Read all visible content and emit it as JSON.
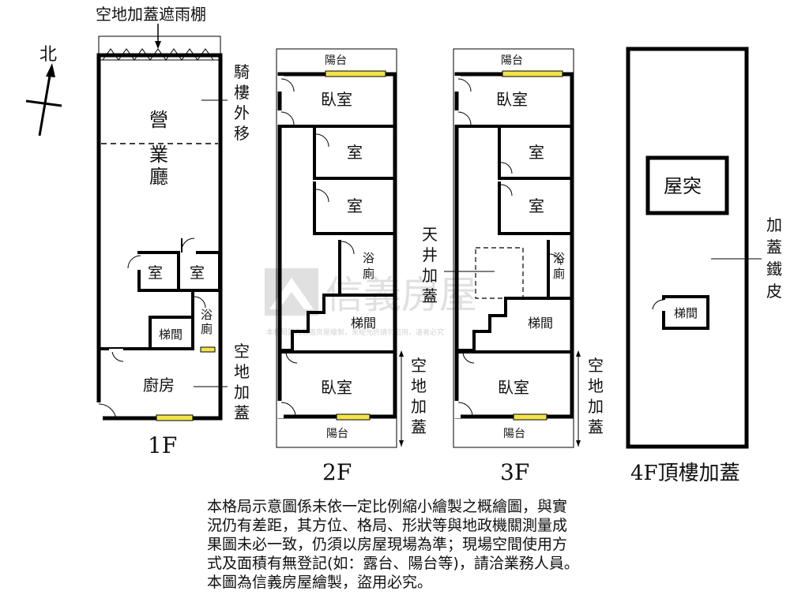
{
  "compass": {
    "north": "北"
  },
  "floor1": {
    "label": "1F",
    "canopy_label": "空地加蓋遮雨棚",
    "arcade_label": [
      "騎",
      "樓",
      "外",
      "移"
    ],
    "hall_label": [
      "營",
      "業",
      "廳"
    ],
    "room_a": "室",
    "room_b": "室",
    "bath": [
      "浴",
      "廁"
    ],
    "stair": "梯間",
    "kitchen": "廚房",
    "annex_label": [
      "空",
      "地",
      "加",
      "蓋"
    ]
  },
  "floor2": {
    "label": "2F",
    "balcony_top": "陽台",
    "bedroom_top": "臥室",
    "room_1": "室",
    "room_2": "室",
    "bath": [
      "浴",
      "廁"
    ],
    "stair": "梯間",
    "bedroom_bottom": "臥室",
    "balcony_bottom": "陽台",
    "annex_label": [
      "空",
      "地",
      "加",
      "蓋"
    ]
  },
  "atrium_label": [
    "天",
    "井",
    "加",
    "蓋"
  ],
  "floor3": {
    "label": "3F",
    "balcony_top": "陽台",
    "bedroom_top": "臥室",
    "room_1": "室",
    "room_2": "室",
    "bath": [
      "浴",
      "廁"
    ],
    "stair": "梯間",
    "bedroom_bottom": "臥室",
    "balcony_bottom": "陽台",
    "annex_label": [
      "空",
      "地",
      "加",
      "蓋"
    ]
  },
  "floor4": {
    "label": "4F頂樓加蓋",
    "roof_structure": "屋突",
    "stair": "梯間",
    "sheet_label": [
      "加",
      "蓋",
      "鐵",
      "皮"
    ]
  },
  "watermark": {
    "brand": "信義房屋",
    "notice": "本格局圖為信義房屋繪製，未經允許請勿盜用，違者必究"
  },
  "disclaimer": [
    "本格局示意圖係未依一定比例縮小繪製之概繪圖，與實",
    "況仍有差距，其方位、格局、形狀等與地政機關測量成",
    "果圖未必一致，仍須以房屋現場為準；現場空間使用方",
    "式及面積有無登記(如：露台、陽台等)，請洽業務人員。",
    "本圖為信義房屋繪製，盜用必究。"
  ],
  "colors": {
    "wall": "#000000",
    "window": "#f2e34a",
    "watermark": "#c8c8c8"
  }
}
